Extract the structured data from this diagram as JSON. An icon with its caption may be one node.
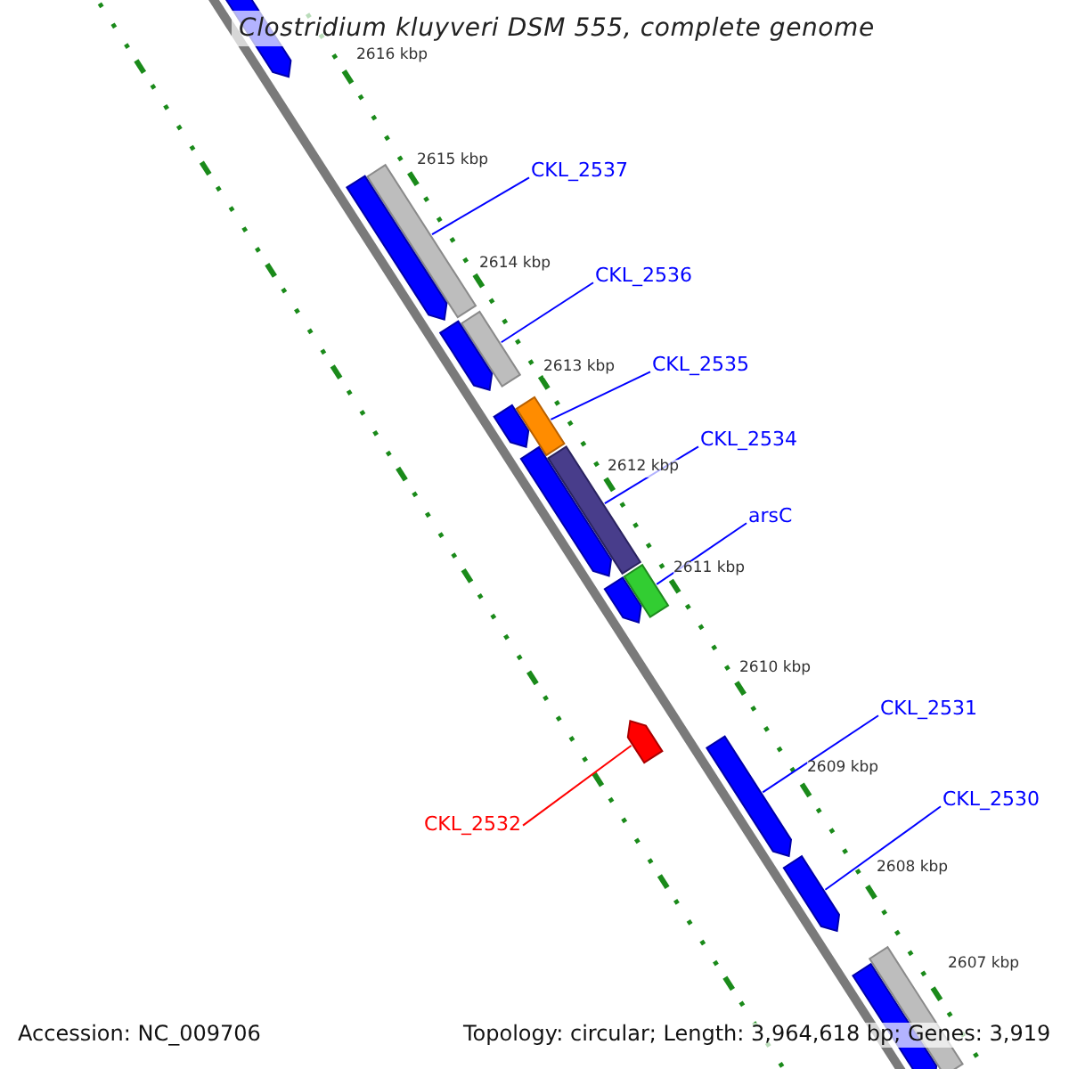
{
  "diagram": {
    "title": "Clostridium kluyveri DSM 555, complete genome",
    "nodes": [
      {
        "text": [],
        "shape": "arrow"
      },
      {
        "text": [
          "CKL_2537"
        ]
      },
      {
        "text": [],
        "shape": "bar"
      },
      {
        "text": [],
        "shape": "arrow"
      },
      {
        "text": [
          "CKL_2536"
        ]
      },
      {
        "text": [],
        "shape": "bar"
      },
      {
        "text": [],
        "shape": "arrow"
      },
      {
        "text": [
          "CKL_2535"
        ]
      },
      {
        "text": [],
        "shape": "arrow"
      },
      {
        "text": [],
        "shape": "bar"
      },
      {
        "text": [
          "CKL_2534"
        ]
      },
      {
        "text": [],
        "shape": "arrow"
      },
      {
        "text": [],
        "shape": "bar"
      },
      {
        "text": [
          "arsC"
        ]
      },
      {
        "text": [],
        "shape": "arrow"
      },
      {
        "text": [],
        "shape": "bar"
      },
      {
        "text": [
          "CKL_2531"
        ]
      },
      {
        "text": [],
        "shape": "arrow"
      },
      {
        "text": [],
        "shape": "arrow"
      },
      {
        "text": [
          "CKL_2530"
        ]
      },
      {
        "text": [
          "CKL_2532"
        ]
      },
      {
        "text": [],
        "shape": "arrow"
      },
      {
        "text": [],
        "shape": "arrow"
      },
      {
        "text": [],
        "shape": "bar"
      }
    ],
    "edges": [
      {
        "from": 1,
        "to": 2,
        "arrow": "none"
      },
      {
        "from": 4,
        "to": 5,
        "arrow": "none"
      },
      {
        "from": 7,
        "to": 9,
        "arrow": "none"
      },
      {
        "from": 10,
        "to": 12,
        "arrow": "none"
      },
      {
        "from": 13,
        "to": 15,
        "arrow": "none"
      },
      {
        "from": 16,
        "to": 18,
        "arrow": "none"
      },
      {
        "from": 19,
        "to": 21,
        "arrow": "none"
      },
      {
        "from": 20,
        "to": 17,
        "arrow": "none",
        "color": "#ff0000"
      }
    ],
    "labels": [
      "2616 kbp",
      "2615 kbp",
      "2614 kbp",
      "2613 kbp",
      "2612 kbp",
      "2611 kbp",
      "2610 kbp",
      "2609 kbp",
      "2608 kbp",
      "2607 kbp",
      "Accession: NC_009706",
      "Topology: circular; Length: 3,964,618 bp; Genes: 3,919"
    ]
  }
}
